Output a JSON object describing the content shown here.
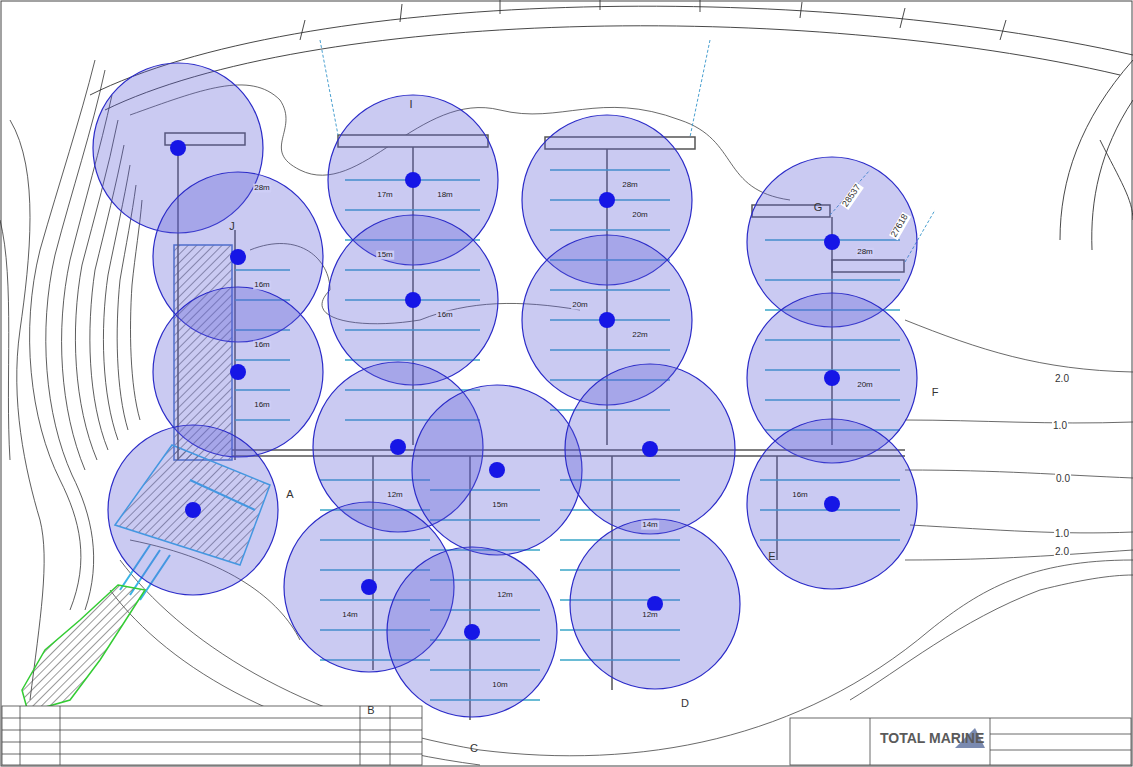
{
  "diagram": {
    "nodes": [
      {
        "text": [
          "TOTAL MARINE"
        ]
      }
    ],
    "labels": [
      "J",
      "I",
      "G",
      "F",
      "E",
      "D",
      "C",
      "B",
      "A",
      "2.0",
      "1.0",
      "0.0",
      "1.0",
      "2.0",
      "28537",
      "27618",
      "28m",
      "16m",
      "16m",
      "16m",
      "17m",
      "18m",
      "15m",
      "16m",
      "28m",
      "20m",
      "20m",
      "22m",
      "28m",
      "20m",
      "16m",
      "12m",
      "15m",
      "12m",
      "14m",
      "12m",
      "14m",
      "10m"
    ]
  }
}
